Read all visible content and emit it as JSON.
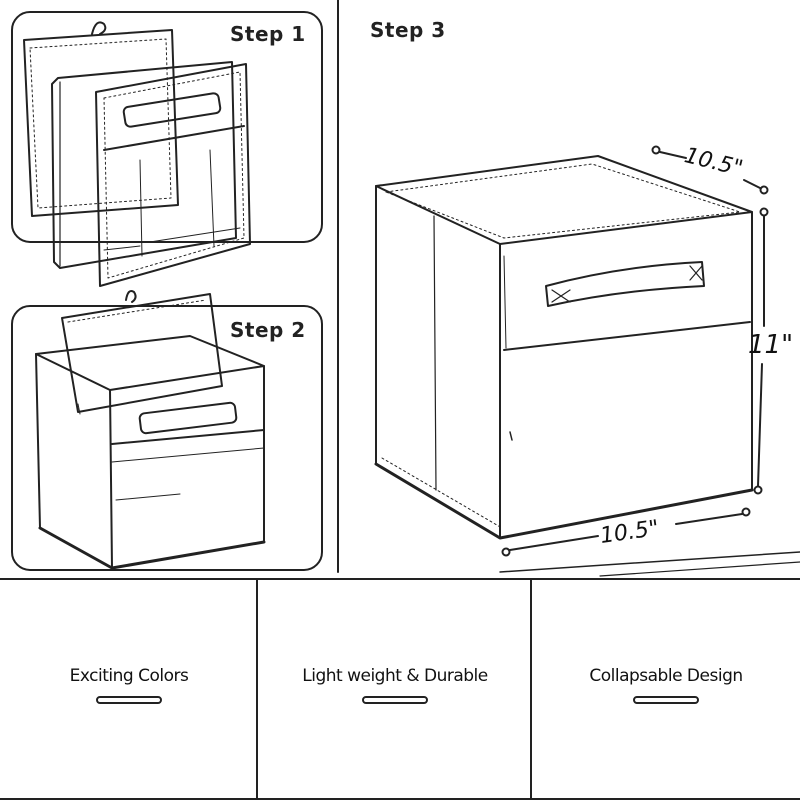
{
  "steps": {
    "step1": "Step 1",
    "step2": "Step 2",
    "step3": "Step 3"
  },
  "dimensions": {
    "width_top": "10.5\"",
    "height": "11\"",
    "width_bottom": "10.5\""
  },
  "features": [
    {
      "label": "Exciting Colors"
    },
    {
      "label": "Light weight & Durable"
    },
    {
      "label": "Collapsable Design"
    }
  ]
}
